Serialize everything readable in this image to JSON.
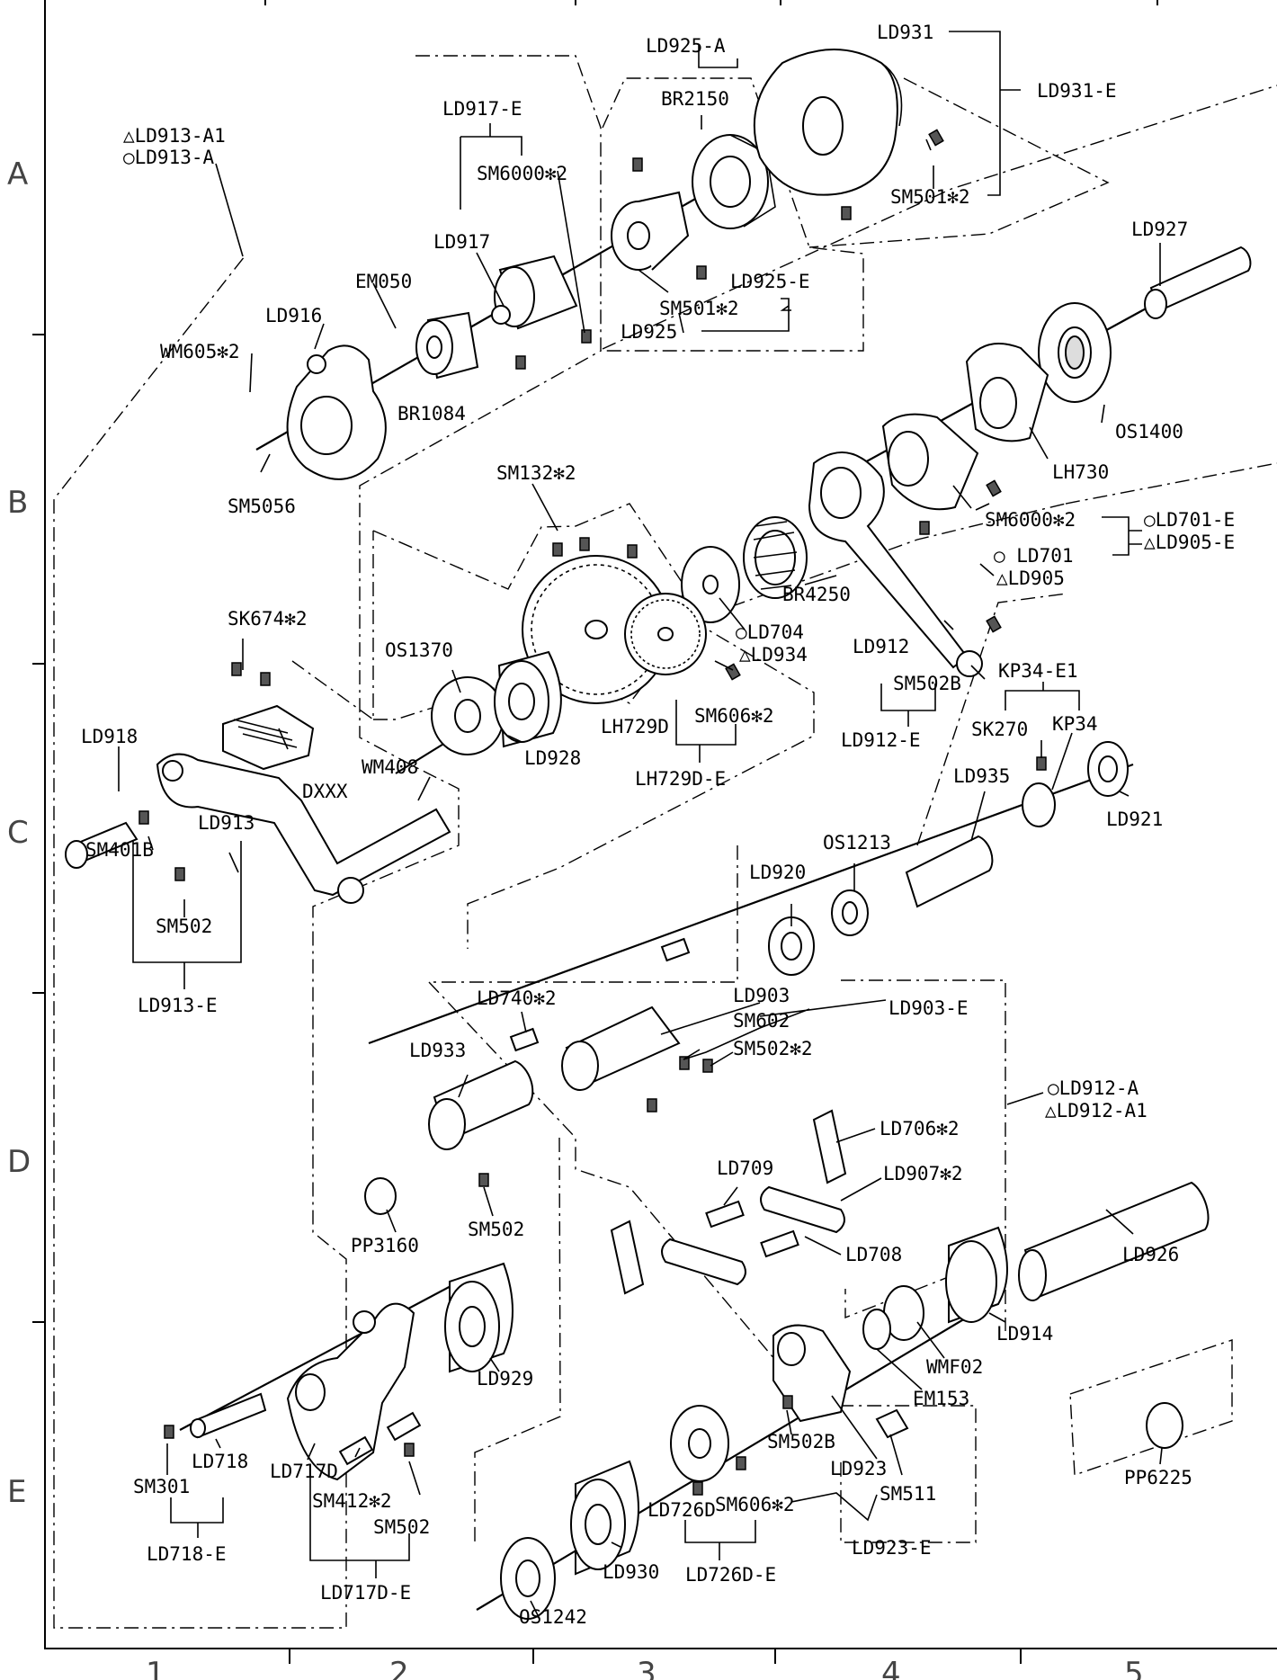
{
  "grid": {
    "rows": [
      "A",
      "B",
      "C",
      "D",
      "E"
    ],
    "columns": [
      "1",
      "2",
      "3",
      "4",
      "5"
    ]
  },
  "labels": {
    "ld913_a1": "△LD913-A1",
    "ld913_a": "○LD913-A",
    "ld917_e": "LD917-E",
    "sm6000_2_top": "SM6000✻2",
    "ld917": "LD917",
    "em050": "EM050",
    "ld916": "LD916",
    "wm605_2": "WM605✻2",
    "br1084": "BR1084",
    "sm5056": "SM5056",
    "ld925_a": "LD925-A",
    "br2150": "BR2150",
    "ld925_e": "LD925-E",
    "sm501_2_mid": "SM501✻2",
    "ld925": "LD925",
    "ld931": "LD931",
    "ld931_e": "LD931-E",
    "sm501_2_top": "SM501✻2",
    "ld927": "LD927",
    "os1400": "OS1400",
    "lh730": "LH730",
    "sm6000_2_right": "SM6000✻2",
    "ld701_e": "○LD701-E",
    "ld905_e": "△LD905-E",
    "ld701": "○ LD701",
    "ld905": "△LD905",
    "sm132_2": "SM132✻2",
    "br4250": "BR4250",
    "ld704": "○LD704",
    "ld934": "△LD934",
    "os1370": "OS1370",
    "ld912": "LD912",
    "sm502b_top": "SM502B",
    "ld912_e": "LD912-E",
    "kp34_e1": "KP34-E1",
    "sk270": "SK270",
    "kp34": "KP34",
    "sm606_2_top": "SM606✻2",
    "lh729d": "LH729D",
    "lh729d_e": "LH729D-E",
    "ld928": "LD928",
    "sk674_2": "SK674✻2",
    "ld918": "LD918",
    "dxxx": "DXXX",
    "wm408": "WM408",
    "sm401b": "SM401B",
    "ld913": "LD913",
    "sm502_left": "SM502",
    "ld913_e": "LD913-E",
    "ld935": "LD935",
    "ld921": "LD921",
    "os1213": "OS1213",
    "ld920": "LD920",
    "ld740_2": "LD740✻2",
    "ld903": "LD903",
    "sm602": "SM602",
    "ld903_e": "LD903-E",
    "sm502_2": "SM502✻2",
    "ld933": "LD933",
    "ld912_a": "○LD912-A",
    "ld912_a1": "△LD912-A1",
    "ld706_2": "LD706✻2",
    "ld709": "LD709",
    "ld907_2": "LD907✻2",
    "pp3160": "PP3160",
    "sm502_mid": "SM502",
    "ld708": "LD708",
    "ld926": "LD926",
    "ld914": "LD914",
    "wmf02": "WMF02",
    "em153": "EM153",
    "ld929": "LD929",
    "sm502b_bot": "SM502B",
    "ld923": "LD923",
    "sm511": "SM511",
    "pp6225": "PP6225",
    "sm301": "SM301",
    "ld718": "LD718",
    "ld717d": "LD717D",
    "sm412_2": "SM412✻2",
    "sm502_bot": "SM502",
    "ld718_e": "LD718-E",
    "ld717d_e": "LD717D-E",
    "ld726d": "LD726D",
    "sm606_2_bot": "SM606✻2",
    "ld726d_e": "LD726D-E",
    "ld923_e": "LD923-E",
    "ld930": "LD930",
    "os1242": "OS1242"
  }
}
